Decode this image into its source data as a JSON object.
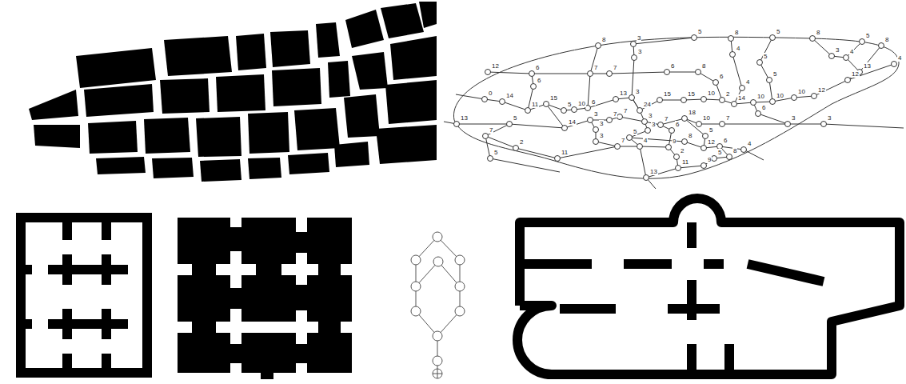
{
  "diagram": {
    "labels": [
      "8",
      "5",
      "8",
      "5",
      "8",
      "5",
      "8",
      "4",
      "13",
      "4",
      "3",
      "12",
      "12",
      "10",
      "10",
      "10",
      "14",
      "2",
      "10",
      "15",
      "15",
      "24",
      "3",
      "13",
      "6",
      "10",
      "5",
      "15",
      "11",
      "14",
      "0",
      "12",
      "6",
      "6",
      "13",
      "5",
      "7",
      "2",
      "5",
      "11",
      "14",
      "3",
      "3",
      "7",
      "7",
      "3",
      "3",
      "7",
      "6",
      "18",
      "10",
      "7",
      "5",
      "5",
      "4",
      "7",
      "3",
      "9",
      "2",
      "8",
      "12",
      "6",
      "4",
      "8",
      "5",
      "9",
      "11",
      "13",
      "3",
      "3",
      "3",
      "3",
      "7",
      "7",
      "6",
      "8",
      "4",
      "5",
      "6",
      "5",
      "4",
      "6"
    ]
  }
}
